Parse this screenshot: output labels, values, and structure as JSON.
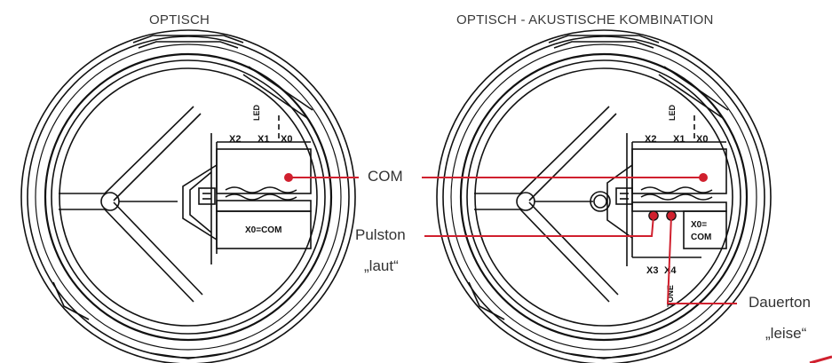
{
  "headings": {
    "left": "OPTISCH",
    "right": "OPTISCH - AKUSTISCHE KOMBINATION"
  },
  "left_unit": {
    "terminal_top": "X2",
    "terminal_mid": "X1",
    "terminal_right": "X0",
    "led": "LED",
    "note": "X0=COM"
  },
  "right_unit": {
    "terminal_top": "X2",
    "terminal_mid": "X1",
    "terminal_right": "X0",
    "led": "LED",
    "note_line1": "X0=",
    "note_line2": "COM",
    "bottom_left": "X3",
    "bottom_right": "X4",
    "tone": "TONE"
  },
  "callouts": {
    "com": "COM",
    "pulston": "Pulston",
    "pulston_sub": "„laut“",
    "dauerton": "Dauerton",
    "dauerton_sub": "„leise“"
  },
  "colors": {
    "accent": "#d0202e",
    "line": "#111111",
    "text": "#333333"
  }
}
